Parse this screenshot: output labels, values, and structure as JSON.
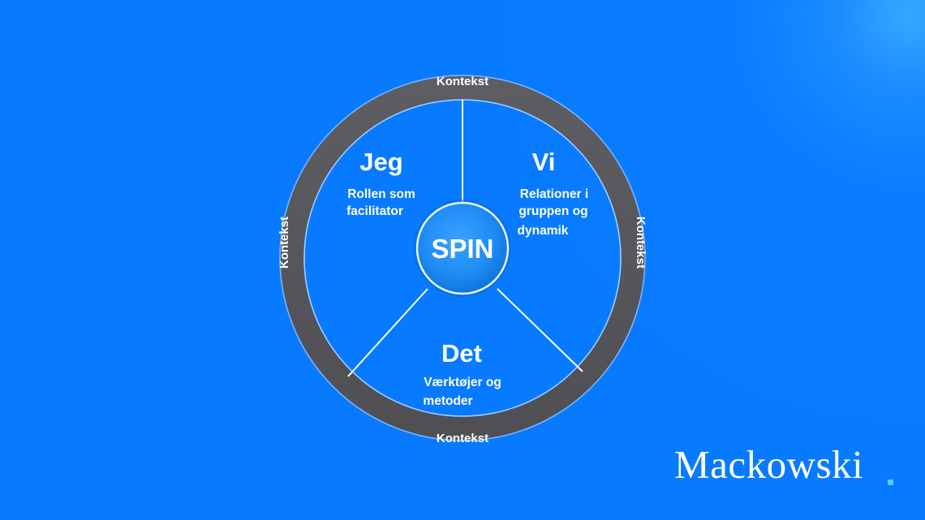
{
  "center": {
    "label": "SPIN"
  },
  "ring": {
    "top_label": "Kontekst",
    "bottom_label": "Kontekst",
    "left_label": "Kontekst",
    "right_label": "Kontekst"
  },
  "segments": {
    "jeg": {
      "title": "Jeg",
      "lines": [
        "Rollen som",
        "facilitator"
      ]
    },
    "vi": {
      "title": "Vi",
      "lines": [
        "Relationer i",
        "gruppen og",
        "dynamik"
      ]
    },
    "det": {
      "title": "Det",
      "lines": [
        "Værktøjer og",
        "metoder"
      ]
    }
  },
  "brand": {
    "name": "Mackowski"
  },
  "colors": {
    "background": "#077aff",
    "ring": "#5a5a5e",
    "center": "#1f8cf5",
    "text": "#ffffff",
    "brand_dot": "#5cc8ff"
  }
}
